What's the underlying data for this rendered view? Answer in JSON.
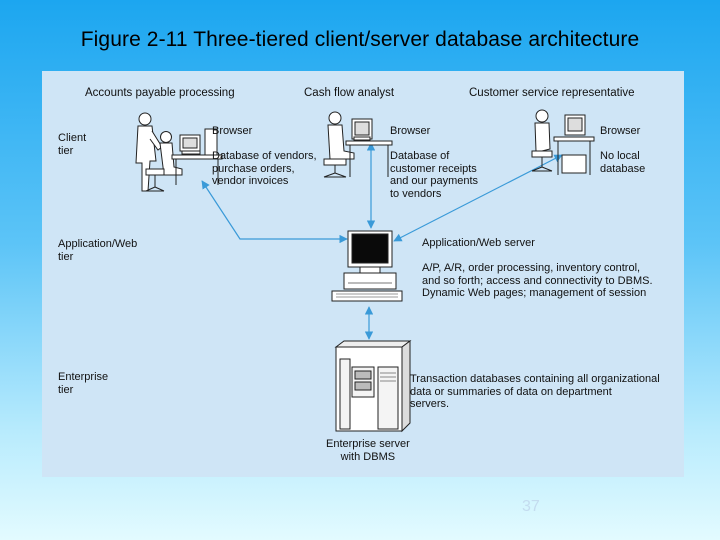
{
  "slide": {
    "title": "Figure 2-11 Three-tiered client/server database architecture",
    "page_number": "37"
  },
  "roles": {
    "accounts_payable": "Accounts payable processing",
    "cash_flow": "Cash flow analyst",
    "customer_service": "Customer service representative"
  },
  "tiers": {
    "client": "Client\ntier",
    "application": "Application/Web\ntier",
    "enterprise": "Enterprise\ntier"
  },
  "clients": {
    "ap_browser": "Browser",
    "ap_database": "Database of vendors,\npurchase orders,\nvendor invoices",
    "cf_browser": "Browser",
    "cf_database": "Database of\ncustomer receipts\nand our payments\nto vendors",
    "cs_browser": "Browser",
    "cs_database": "No local\ndatabase"
  },
  "app_server": {
    "title": "Application/Web server",
    "description": "A/P, A/R, order processing, inventory control,\nand so forth; access and connectivity to DBMS.\nDynamic Web pages; management of session"
  },
  "enterprise": {
    "description": "Transaction databases containing all organizational\ndata or summaries of data on department\nservers.",
    "server_label": "Enterprise server\nwith DBMS"
  },
  "colors": {
    "connector": "#3a9ad8",
    "figure_bg": "#cfe5f6"
  }
}
